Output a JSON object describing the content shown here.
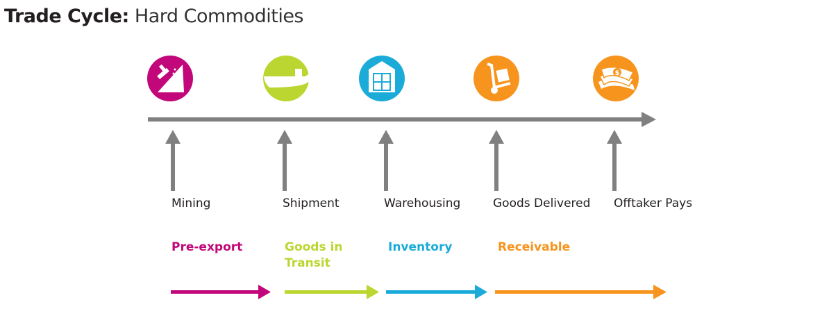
{
  "title": {
    "bold": "Trade Cycle:",
    "light": "Hard Commodities"
  },
  "colors": {
    "magenta": "#c1077a",
    "lime": "#bcd631",
    "cyan": "#1aabd8",
    "orange": "#f7941d",
    "gray": "#808080"
  },
  "icons": [
    "mining-icon",
    "ship-icon",
    "warehouse-icon",
    "hand-truck-icon",
    "money-icon"
  ],
  "stages": [
    "Mining",
    "Shipment",
    "Warehousing",
    "Goods Delivered",
    "Offtaker Pays"
  ],
  "financing": [
    {
      "line1": "Pre-export",
      "line2": ""
    },
    {
      "line1": "Goods in",
      "line2": "Transit"
    },
    {
      "line1": "Inventory",
      "line2": ""
    },
    {
      "line1": "Receivable",
      "line2": ""
    }
  ]
}
